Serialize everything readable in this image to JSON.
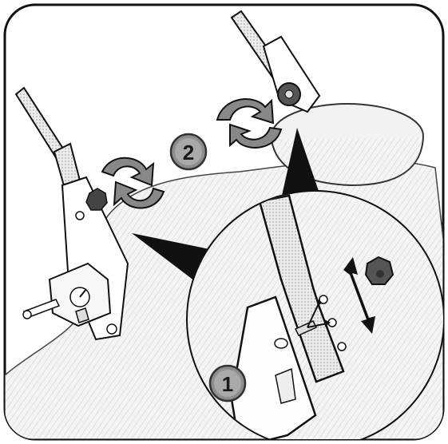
{
  "figure": {
    "frame": "rounded-rectangle",
    "step_labels": [
      "1",
      "2"
    ]
  },
  "icons": [
    "rotate-arrow-icon",
    "double-arrow-icon",
    "star-knob-icon",
    "magnifier-callout"
  ],
  "colors": {
    "line": "#111111",
    "badge_fill": "#8d8d8d",
    "badge_stroke": "#333333",
    "hatch": "#cfcfcf",
    "background": "#ffffff"
  }
}
